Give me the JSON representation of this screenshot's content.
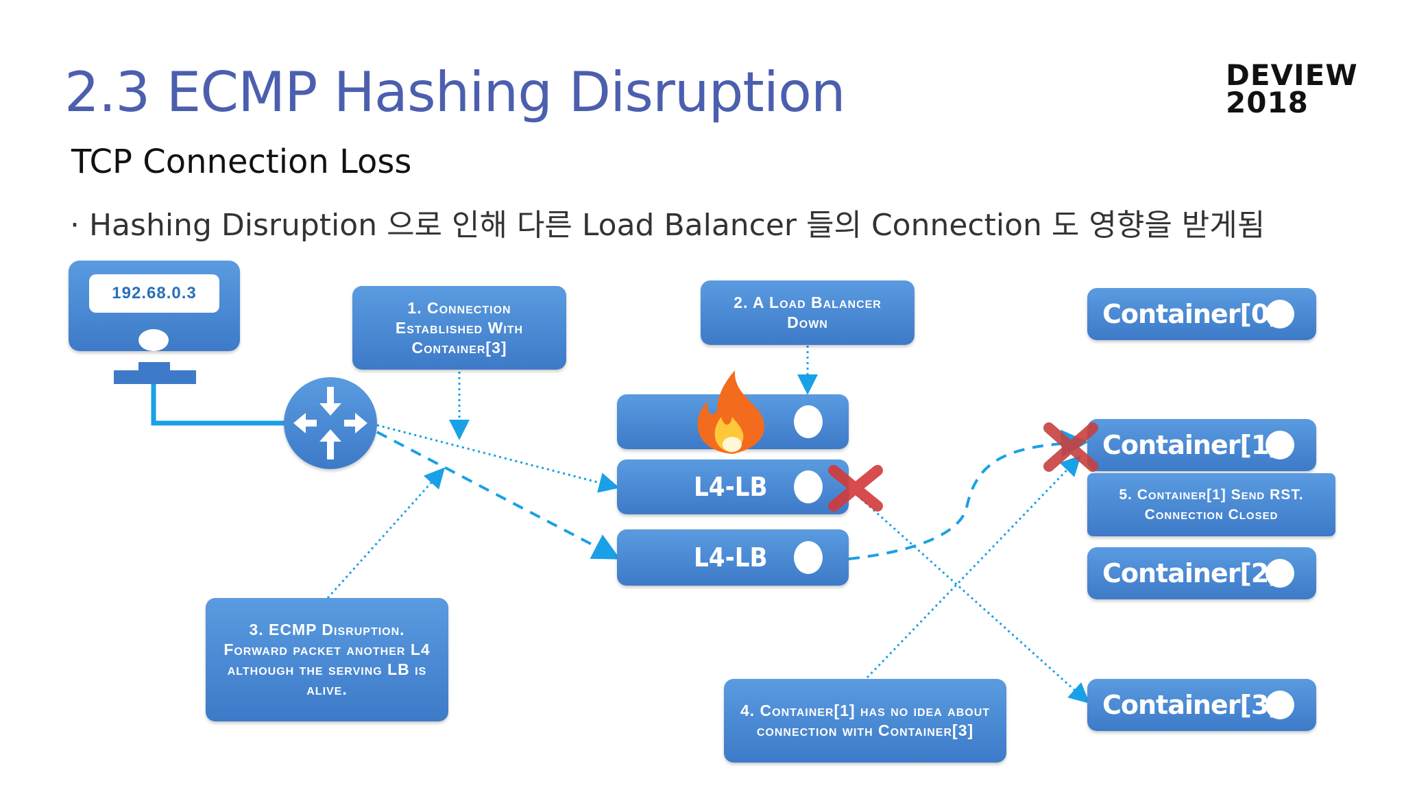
{
  "title": "2.3 ECMP Hashing Disruption",
  "logo": {
    "line1": "DEVIEW",
    "line2": "2018"
  },
  "subtitle": "TCP Connection Loss",
  "bullet": "· Hashing Disruption 으로 인해 다른 Load Balancer 들의 Connection 도 영향을 받게됨",
  "client": {
    "ip": "192.68.0.3"
  },
  "notes": {
    "n1": "1. Connection Established With Container[3]",
    "n2": "2. A Load Balancer Down",
    "n3": "3. ECMP Disruption. Forward packet another L4 although the serving LB is alive.",
    "n4": "4. Container[1] has no idea about connection with Container[3]",
    "n5": "5. Container[1] Send RST. Connection Closed"
  },
  "load_balancers": [
    "L4-LB",
    "L4-LB"
  ],
  "containers": [
    "Container[0]",
    "Container[1]",
    "Container[2]",
    "Container[3]"
  ],
  "colors": {
    "title": "#4c5fae",
    "box": "#4a8ad6",
    "line": "#1aa0e6",
    "cross": "#d33a3a"
  }
}
